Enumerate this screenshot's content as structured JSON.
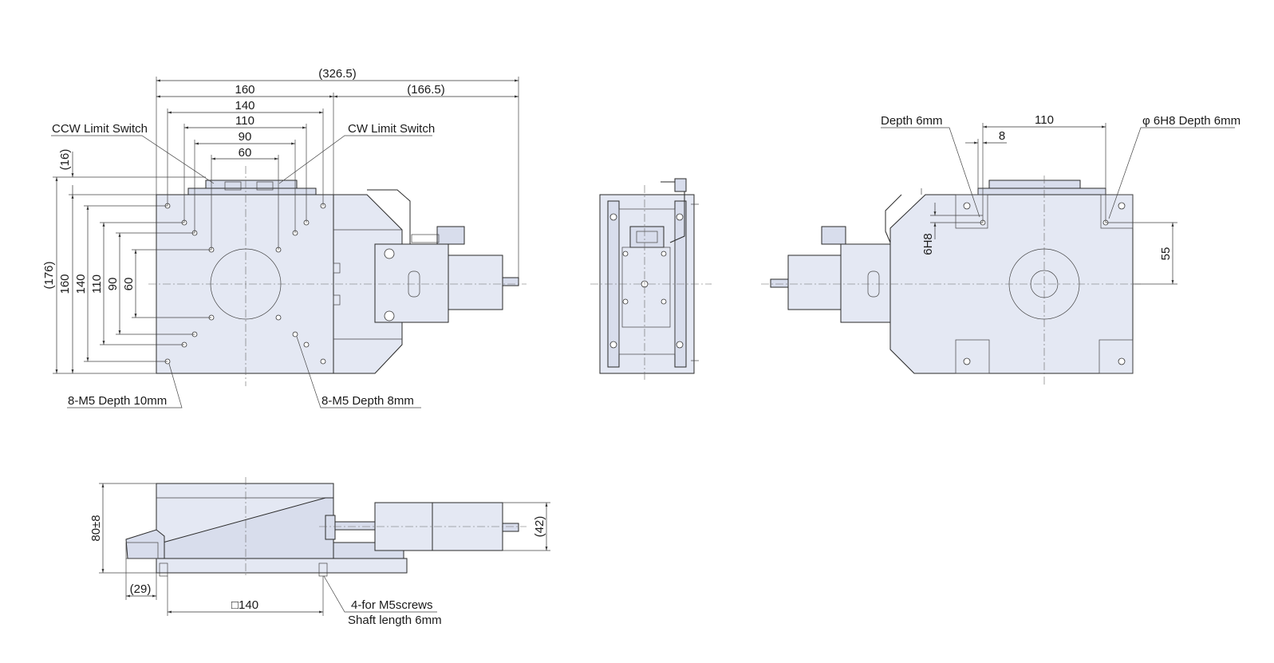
{
  "dimensions": {
    "top_overall": "(326.5)",
    "top_160": "160",
    "top_166": "(166.5)",
    "top_140": "140",
    "top_110": "110",
    "top_90": "90",
    "top_60": "60",
    "left_16": "(16)",
    "left_176": "(176)",
    "left_160": "160",
    "left_140": "140",
    "left_110": "110",
    "left_90": "90",
    "left_60": "60",
    "right_110": "110",
    "right_8": "8",
    "right_6h8": "6H8",
    "right_55": "55",
    "front_80": "80±8",
    "front_29": "(29)",
    "front_140": "□140",
    "front_42": "(42)"
  },
  "labels": {
    "ccw_limit": "CCW Limit Switch",
    "cw_limit": "CW Limit Switch",
    "m5_10": "8-M5 Depth 10mm",
    "m5_8": "8-M5 Depth 8mm",
    "depth_6": "Depth 6mm",
    "phi_6h8": "φ 6H8 Depth 6mm",
    "for_m5": "4-for M5screws",
    "shaft_len": "Shaft length 6mm"
  }
}
